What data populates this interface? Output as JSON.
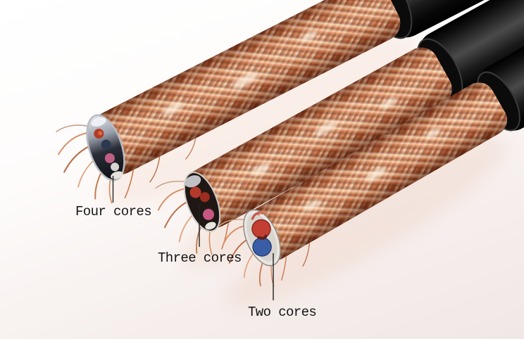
{
  "scene": {
    "description": "Product photo of three copper-braid shielded cables with black outer jackets; cut ends reveal the inner insulated cores",
    "background": "#f6f0ee"
  },
  "labels": [
    {
      "text": "Four cores"
    },
    {
      "text": "Three cores"
    },
    {
      "text": "Two cores"
    }
  ],
  "cables": [
    {
      "name": "four-core-cable",
      "cores": 4,
      "label": "Four cores"
    },
    {
      "name": "three-core-cable",
      "cores": 3,
      "label": "Three cores"
    },
    {
      "name": "two-core-cable",
      "cores": 2,
      "label": "Two cores"
    }
  ],
  "colors": {
    "copper_highlight": "#ffe0bd",
    "copper_mid": "#cf7c4e",
    "copper_shadow": "#7a3a1e",
    "jacket": "#141414",
    "core_blue": "#3a5ea6",
    "core_red": "#c33e33",
    "core_pink": "#c65782",
    "label_text": "#141414",
    "leader_line": "#222222"
  }
}
